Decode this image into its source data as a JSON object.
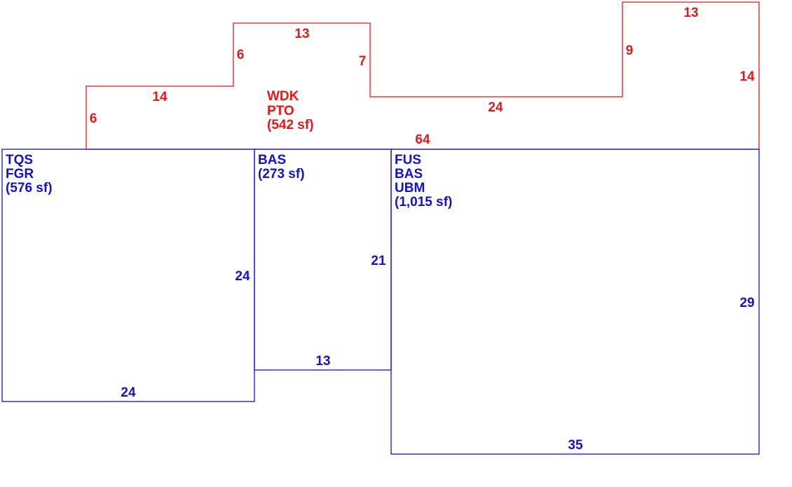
{
  "colors": {
    "deck": "#e0191b",
    "building": "#1212c8"
  },
  "areas": {
    "deck": {
      "lines": [
        "WDK",
        "PTO",
        "(542 sf)"
      ]
    },
    "garage": {
      "lines": [
        "TQS",
        "FGR",
        "(576 sf)"
      ]
    },
    "middle": {
      "lines": [
        "BAS",
        "(273 sf)"
      ]
    },
    "main": {
      "lines": [
        "FUS",
        "BAS",
        "UBM",
        "(1,015 sf)"
      ]
    }
  },
  "dimensions": {
    "deck": {
      "left_side": "6",
      "left_top": "14",
      "step_up_left": "6",
      "upper_top": "13",
      "step_down": "7",
      "middle_top": "24",
      "step_up_right": "9",
      "right_top": "13",
      "right_side": "14",
      "bottom": "64"
    },
    "garage": {
      "right_side": "24",
      "bottom": "24"
    },
    "middle": {
      "right_side": "21",
      "bottom": "13"
    },
    "main": {
      "right_side": "29",
      "bottom": "35"
    }
  }
}
